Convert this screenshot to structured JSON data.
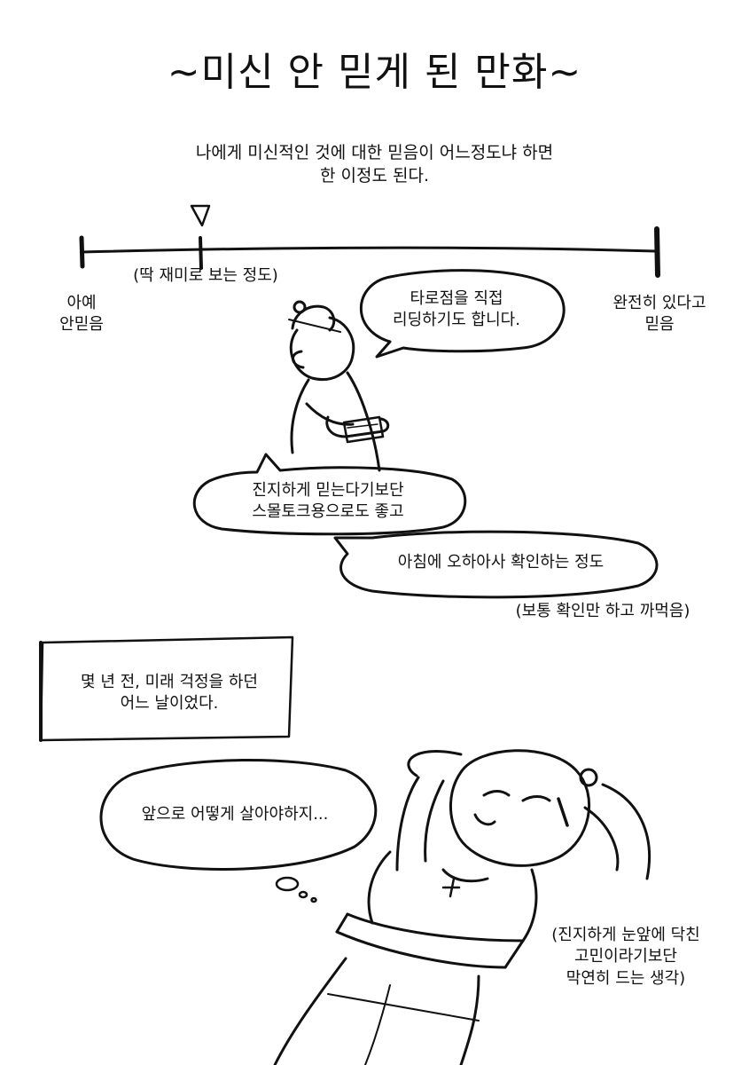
{
  "title": "~미신 안 믿게 된 만화~",
  "intro": {
    "line1": "나에게 미신적인 것에 대한 믿음이 어느정도냐 하면",
    "line2": "한 이정도 된다."
  },
  "scale": {
    "left_label_1": "아예",
    "left_label_2": "안믿음",
    "marker_label": "(딱 재미로 보는 정도)",
    "right_label_1": "완전히 있다고",
    "right_label_2": "믿음",
    "marker_position": 0.2
  },
  "bubbles": {
    "tarot_1": "타로점을 직접",
    "tarot_2": "리딩하기도 합니다.",
    "smalltalk_1": "진지하게 믿는다기보단",
    "smalltalk_2": "스몰토크용으로도 좋고",
    "ohaasa": "아침에 오하아사 확인하는 정도",
    "ohaasa_note": "(보통 확인만 하고 까먹음)",
    "thought": "앞으로 어떻게 살아야하지..."
  },
  "narration": {
    "line1": "몇 년 전, 미래 걱정을 하던",
    "line2": "어느 날이었다."
  },
  "side_note": {
    "line1": "(진지하게 눈앞에 닥친",
    "line2": "고민이라기보단",
    "line3": "막연히 드는 생각)"
  }
}
